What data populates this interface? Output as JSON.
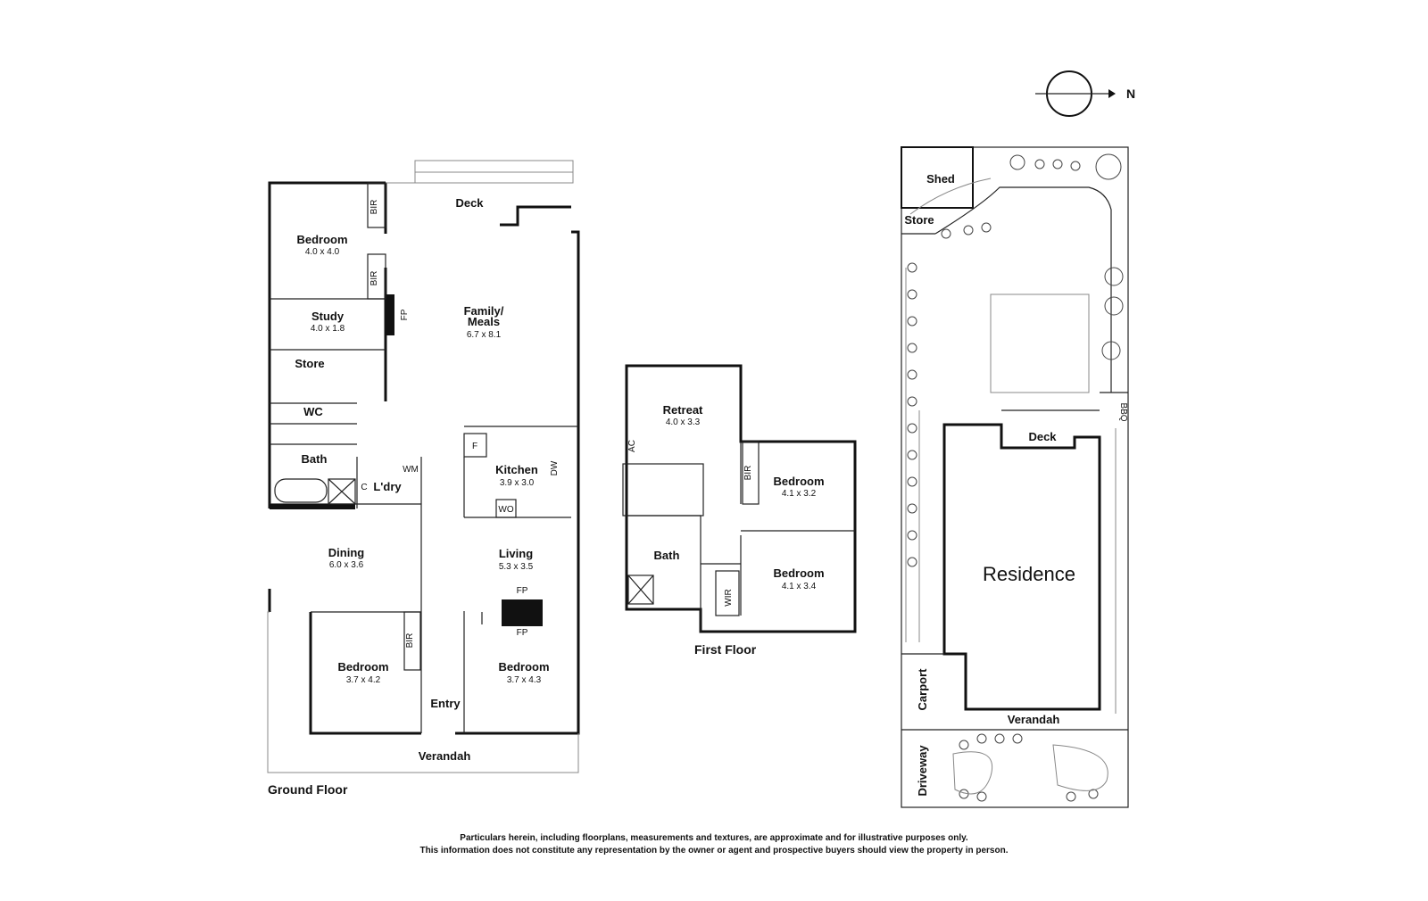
{
  "compass": {
    "label": "N"
  },
  "ground_floor": {
    "caption": "Ground Floor",
    "rooms": {
      "deck": {
        "name": "Deck"
      },
      "bedroom1": {
        "name": "Bedroom",
        "dim": "4.0 x 4.0"
      },
      "study": {
        "name": "Study",
        "dim": "4.0 x 1.8"
      },
      "store": {
        "name": "Store"
      },
      "wc": {
        "name": "WC"
      },
      "bath": {
        "name": "Bath"
      },
      "c": {
        "name": "C"
      },
      "ldry": {
        "name": "L'dry"
      },
      "wm": {
        "name": "WM"
      },
      "family": {
        "name": "Family/",
        "name2": "Meals",
        "dim": "6.7 x 8.1"
      },
      "kitchen": {
        "name": "Kitchen",
        "dim": "3.9 x 3.0"
      },
      "f": {
        "name": "F"
      },
      "dw": {
        "name": "DW"
      },
      "wo": {
        "name": "WO"
      },
      "dining": {
        "name": "Dining",
        "dim": "6.0 x 3.6"
      },
      "living": {
        "name": "Living",
        "dim": "5.3 x 3.5"
      },
      "fp_top": {
        "name": "FP"
      },
      "fp_bottom": {
        "name": "FP"
      },
      "fp_study": {
        "name": "FP"
      },
      "bedroom2": {
        "name": "Bedroom",
        "dim": "3.7 x 4.2"
      },
      "bedroom3": {
        "name": "Bedroom",
        "dim": "3.7 x 4.3"
      },
      "entry": {
        "name": "Entry"
      },
      "verandah": {
        "name": "Verandah"
      },
      "bir1": "BIR",
      "bir2": "BIR",
      "bir3": "BIR"
    }
  },
  "first_floor": {
    "caption": "First Floor",
    "rooms": {
      "retreat": {
        "name": "Retreat",
        "dim": "4.0 x 3.3"
      },
      "ac": "AC",
      "bedroom1": {
        "name": "Bedroom",
        "dim": "4.1 x 3.2"
      },
      "bedroom2": {
        "name": "Bedroom",
        "dim": "4.1 x 3.4"
      },
      "bath": {
        "name": "Bath"
      },
      "bir": "BIR",
      "wir": "WIR"
    }
  },
  "site_plan": {
    "shed": "Shed",
    "store": "Store",
    "bbq": "BBQ",
    "deck": "Deck",
    "residence": "Residence",
    "carport": "Carport",
    "verandah": "Verandah",
    "driveway": "Driveway"
  },
  "disclaimer": {
    "line1": "Particulars herein, including floorplans, measurements and textures, are approximate and for illustrative purposes only.",
    "line2": "This information does not constitute any representation by the owner or agent and prospective buyers should view the property in person."
  }
}
